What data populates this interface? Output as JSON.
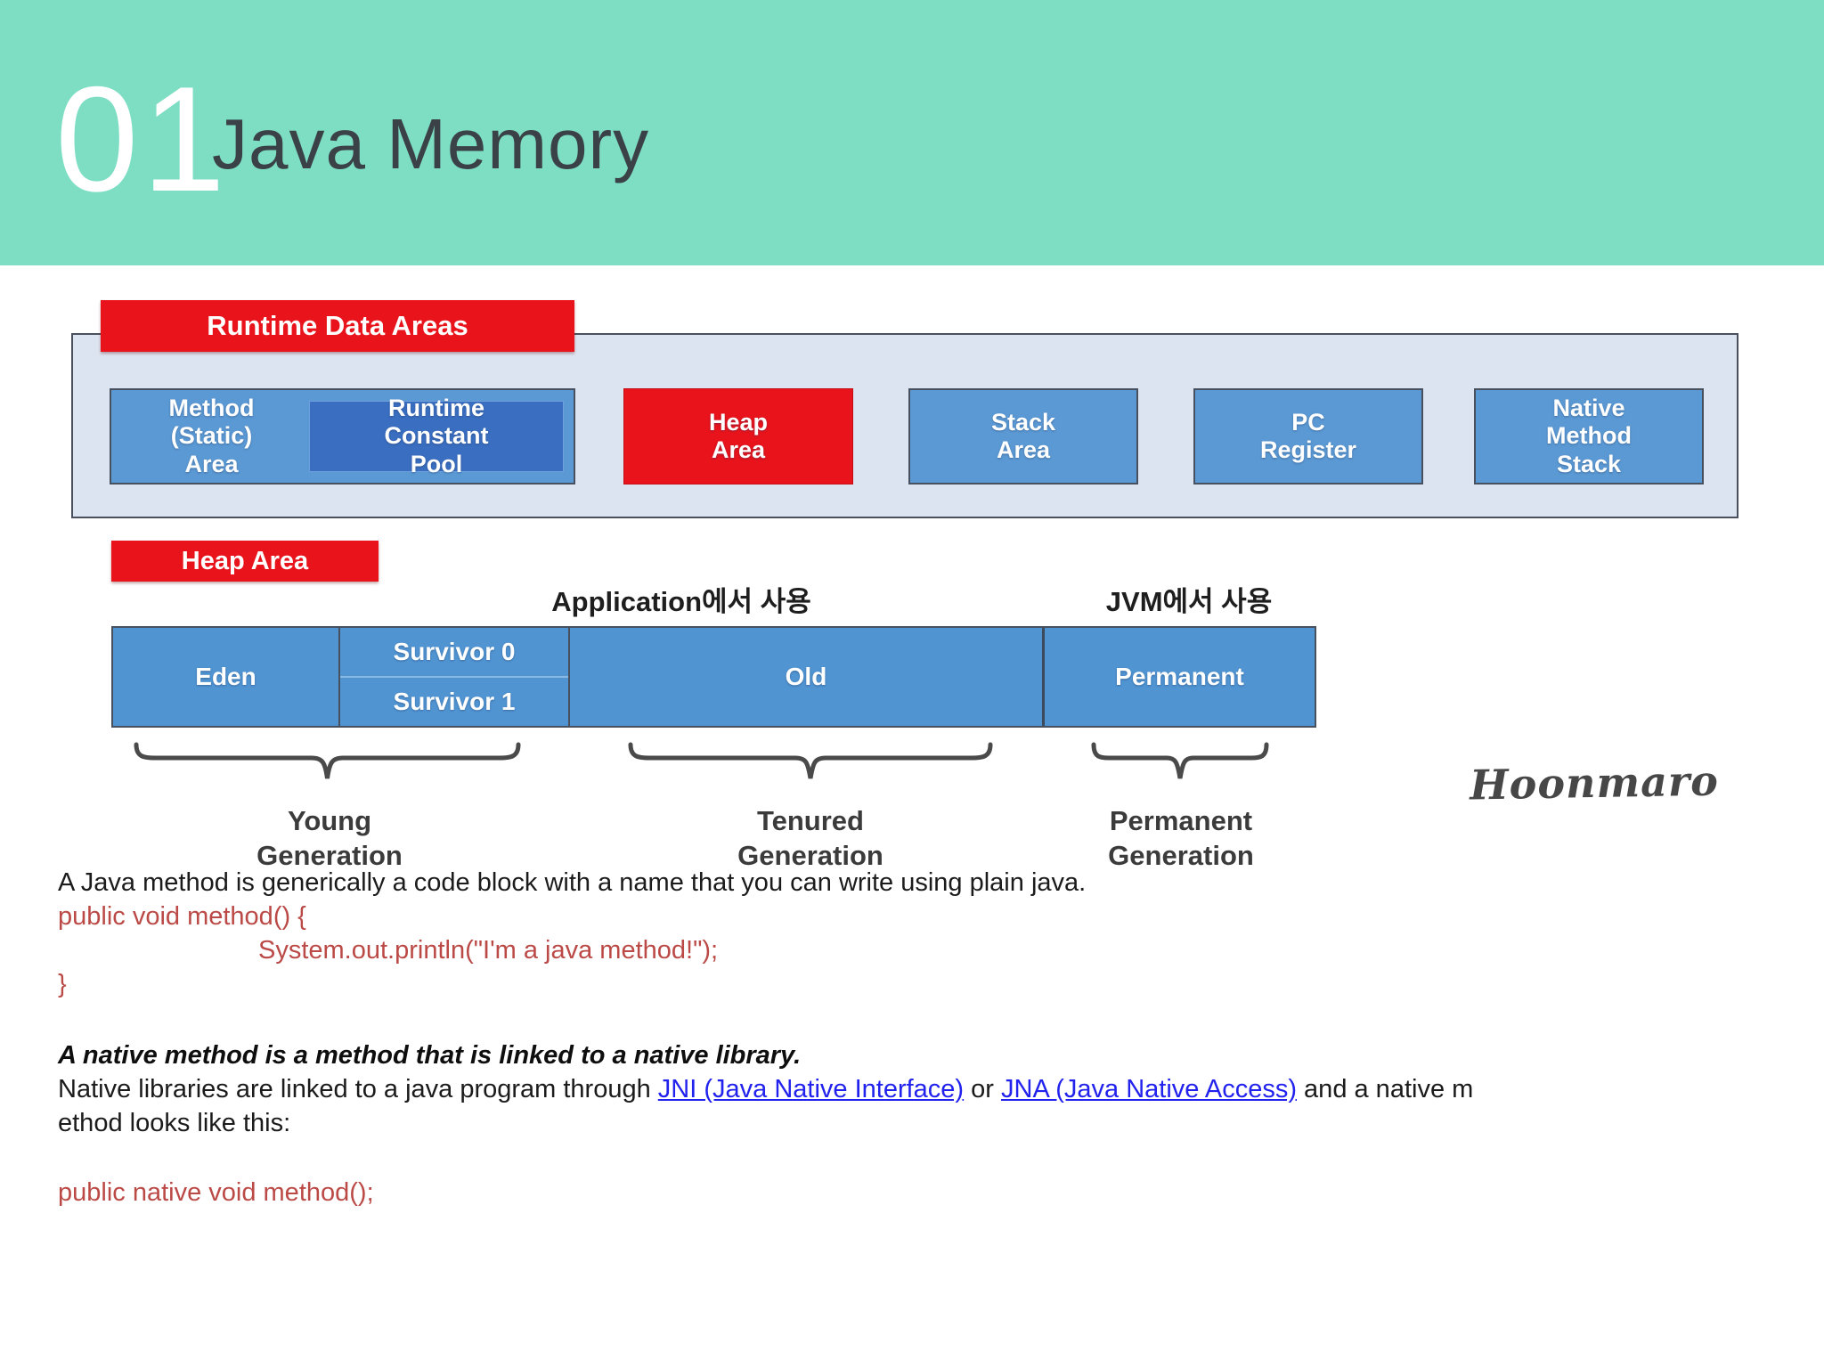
{
  "slide": {
    "number": "01",
    "title": "Java Memory"
  },
  "runtime_diagram": {
    "title": "Runtime Data Areas",
    "boxes": {
      "method_area": "Method\n(Static)\nArea",
      "runtime_constant_pool": "Runtime\nConstant\nPool",
      "heap_area": "Heap\nArea",
      "stack_area": "Stack\nArea",
      "pc_register": "PC\nRegister",
      "native_method_stack": "Native\nMethod\nStack"
    }
  },
  "heap_diagram": {
    "title": "Heap Area",
    "app_usage_label": "Application에서 사용",
    "jvm_usage_label": "JVM에서 사용",
    "cells": {
      "eden": "Eden",
      "survivor0": "Survivor 0",
      "survivor1": "Survivor 1",
      "old": "Old",
      "permanent": "Permanent"
    },
    "generation_labels": {
      "young": "Young\nGeneration",
      "tenured": "Tenured\nGeneration",
      "permanent": "Permanent\nGeneration"
    },
    "signature": "Hoonmaro"
  },
  "body_text": {
    "intro": "A Java method is generically a code block with a name that you can write using plain java.",
    "code_line1": "public void method() {",
    "code_line2": "System.out.println(\"I'm a java method!\");",
    "code_line3": "}",
    "native_bold": "A native method is a method that is linked to a native library.",
    "para_before_link1": "Native libraries are linked to a java program through ",
    "link1": "JNI (Java Native Interface)",
    "para_between_links": " or ",
    "link2": "JNA (Java Native Access)",
    "para_after_link2": " and a native m",
    "para_wrap_line": "ethod looks like this:",
    "native_code": "public native void method();"
  },
  "colors": {
    "header_teal": "#7edec4",
    "accent_red": "#e8131b",
    "box_blue": "#5b99d4",
    "inner_box_blue": "#3a6ec0",
    "heap_bar_blue": "#5094d2",
    "container_bg": "#dde4f1",
    "code_red": "#bb4a47",
    "link_blue": "#2222ee",
    "title_text": "#3a4147"
  }
}
